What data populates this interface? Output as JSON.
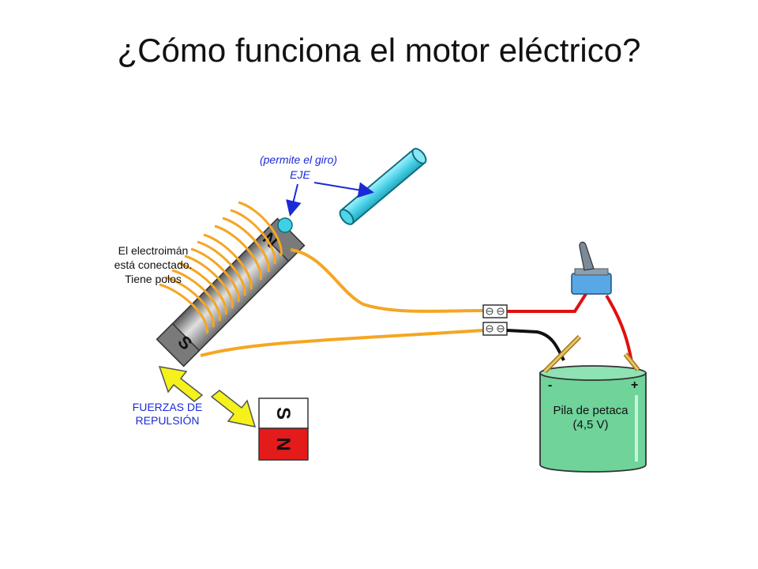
{
  "slide": {
    "title": "¿Cómo funciona el motor eléctrico?"
  },
  "diagram": {
    "axis": {
      "note": "(permite el giro)",
      "name": "EJE"
    },
    "electromagnet": {
      "caption_lines": [
        "El electroimán",
        "está conectado.",
        "Tiene polos"
      ],
      "pole_north": "N",
      "pole_south": "S"
    },
    "forces": {
      "lines": [
        "FUERZAS DE",
        "REPULSIÓN"
      ]
    },
    "permanent_magnet": {
      "top_pole": "S",
      "bottom_pole": "N"
    },
    "battery": {
      "label_lines": [
        "Pila de petaca",
        "(4,5 V)"
      ],
      "minus": "-",
      "plus": "+"
    },
    "colors": {
      "accent_blue": "#1a2bd6",
      "wire_orange": "#f5a623",
      "wire_red": "#e01010",
      "wire_black": "#111111",
      "battery_green": "#6fd39a",
      "axis_cyan": "#4fd4ea",
      "magnet_red": "#e41b1b",
      "arrow_yellow": "#f4f21a"
    }
  }
}
